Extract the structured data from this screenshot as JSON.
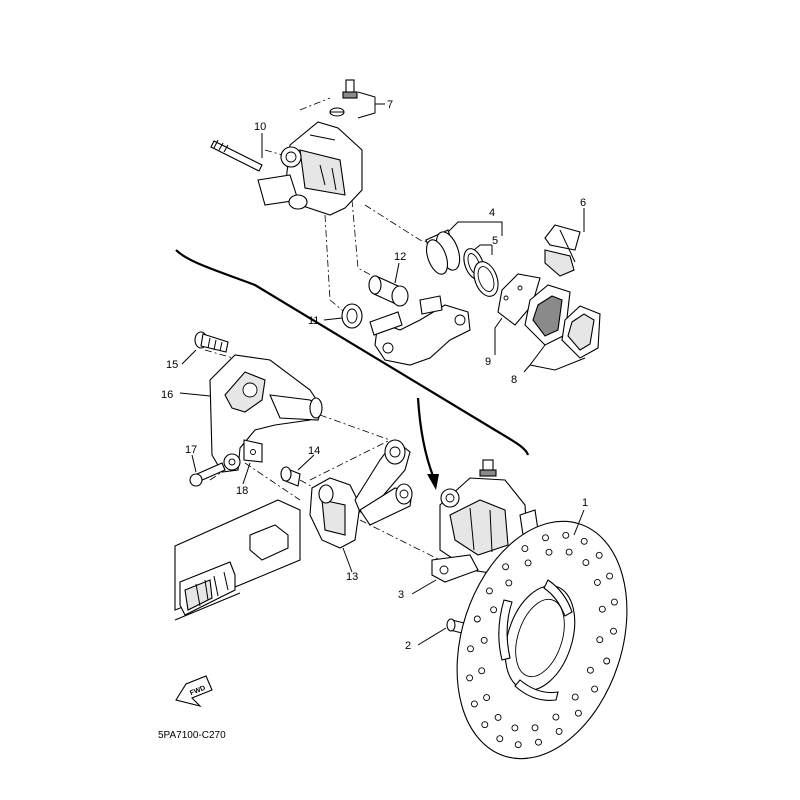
{
  "diagram": {
    "labels": {
      "p1": "1",
      "p2": "2",
      "p3": "3",
      "p4": "4",
      "p5": "5",
      "p6": "6",
      "p7": "7",
      "p8": "8",
      "p9": "9",
      "p10": "10",
      "p11": "11",
      "p12": "12",
      "p13": "13",
      "p14": "14",
      "p15": "15",
      "p16": "16",
      "p17": "17",
      "p18": "18"
    },
    "fwd": "FWD",
    "code": "5PA7100-C270"
  }
}
